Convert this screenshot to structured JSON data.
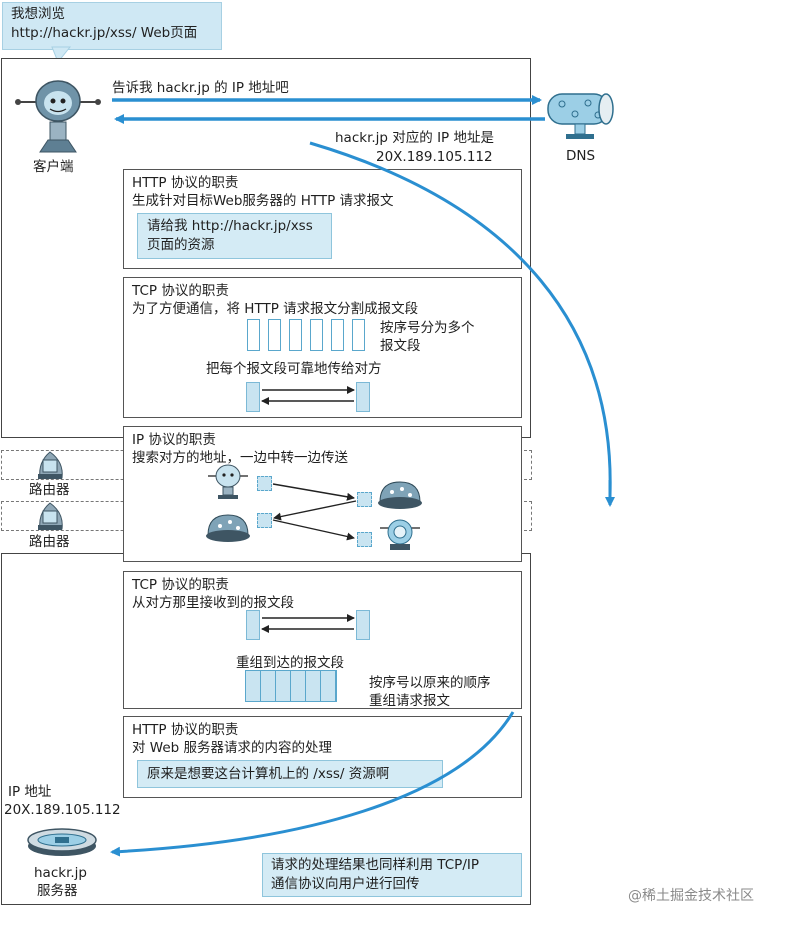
{
  "speech": {
    "line1": "我想浏览",
    "line2": "http://hackr.jp/xss/ Web页面"
  },
  "client": {
    "label": "客户端"
  },
  "dns": {
    "label": "DNS",
    "request": "告诉我 hackr.jp 的 IP 地址吧",
    "reply_line1": "hackr.jp 对应的 IP 地址是",
    "reply_line2": "20X.189.105.112"
  },
  "http_client": {
    "title": "HTTP 协议的职责",
    "desc": "生成针对目标Web服务器的 HTTP 请求报文",
    "box_line1": "请给我 http://hackr.jp/xss",
    "box_line2": "页面的资源"
  },
  "tcp_client": {
    "title": "TCP 协议的职责",
    "desc": "为了方便通信，将 HTTP 请求报文分割成报文段",
    "note_line1": "按序号分为多个",
    "note_line2": "报文段",
    "desc2": "把每个报文段可靠地传给对方"
  },
  "ip": {
    "title": "IP 协议的职责",
    "desc": "搜索对方的地址，一边中转一边传送"
  },
  "routers": [
    {
      "label": "路由器"
    },
    {
      "label": "路由器"
    }
  ],
  "tcp_server": {
    "title": "TCP 协议的职责",
    "desc": "从对方那里接收到的报文段",
    "desc2": "重组到达的报文段",
    "note_line1": "按序号以原来的顺序",
    "note_line2": "重组请求报文"
  },
  "http_server": {
    "title": "HTTP 协议的职责",
    "desc": "对 Web 服务器请求的内容的处理",
    "box": "原来是想要这台计算机上的 /xss/ 资源啊"
  },
  "server": {
    "ip_label": "IP 地址",
    "ip_value": "20X.189.105.112",
    "name": "hackr.jp",
    "role": "服务器"
  },
  "response": {
    "line1": "请求的处理结果也同样利用 TCP/IP",
    "line2": "通信协议向用户进行回传"
  },
  "watermark": "@稀土掘金技术社区",
  "colors": {
    "accent": "#2a8fd1",
    "box_fill": "#d4ebf5",
    "segment_fill": "#c9e4f1"
  }
}
